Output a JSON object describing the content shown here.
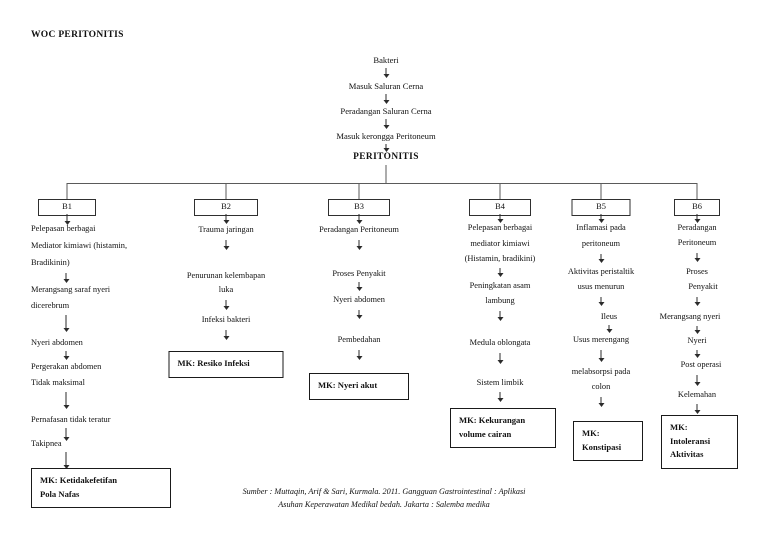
{
  "document": {
    "title": "WOC PERITONITIS"
  },
  "trunk": [
    {
      "label": "Bakteri",
      "bold": false
    },
    {
      "label": "Masuk Saluran Cerna",
      "bold": false
    },
    {
      "label": "Peradangan Saluran Cerna",
      "bold": false
    },
    {
      "label": "Masuk kerongga Peritoneum",
      "bold": false
    },
    {
      "label": "PERITONITIS",
      "bold": true
    }
  ],
  "branch_boxes": [
    {
      "label": "B1"
    },
    {
      "label": "B2"
    },
    {
      "label": "B3"
    },
    {
      "label": "B4"
    },
    {
      "label": "B5"
    },
    {
      "label": "B6"
    }
  ],
  "columns": {
    "b1": {
      "code": "B1",
      "steps": [
        "Pelepasan berbagai",
        "Mediator kimiawi (histamin,",
        "Bradikinin)",
        "Merangsang saraf nyeri",
        "dicerebrum",
        "Nyeri abdomen",
        "Pergerakan abdomen",
        "Tidak maksimal",
        "Pernafasan tidak teratur",
        "Takipnea"
      ],
      "outcome": [
        "MK: Ketidakefetifan",
        "Pola Nafas"
      ]
    },
    "b2": {
      "code": "B2",
      "steps": [
        "Trauma jaringan",
        "Penurunan  kelembapan",
        "luka",
        "Infeksi bakteri"
      ],
      "outcome": [
        "MK: Resiko Infeksi"
      ]
    },
    "b3": {
      "code": "B3",
      "steps": [
        "Peradangan Peritoneum",
        "Proses Penyakit",
        "Nyeri abdomen",
        "Pembedahan"
      ],
      "outcome": [
        "MK: Nyeri akut"
      ]
    },
    "b4": {
      "code": "B4",
      "steps": [
        "Pelepasan berbagai",
        "mediator kimiawi",
        "(Histamin, bradikini)",
        "Peningkatan asam",
        "lambung",
        "Medula oblongata",
        "Sistem limbik"
      ],
      "outcome": [
        "MK: Kekurangan",
        "volume cairan"
      ]
    },
    "b5": {
      "code": "B5",
      "steps": [
        "Inflamasi pada",
        "peritoneum",
        "Aktivitas peristaltik",
        "usus menurun",
        "Ileus",
        "Usus merengang",
        "melabsorpsi pada",
        "colon"
      ],
      "outcome": [
        "MK:",
        "Konstipasi"
      ]
    },
    "b6": {
      "code": "B6",
      "steps": [
        "Peradangan",
        "Peritoneum",
        "Proses",
        "Penyakit",
        "Merangsang nyeri",
        "Nyeri",
        "Post operasi",
        "Kelemahan"
      ],
      "outcome": [
        "MK:",
        "Intoleransi",
        "Aktivitas"
      ]
    }
  },
  "source": {
    "line1": "Sumber : Muttaqin, Arif & Sari, Kurmala. 2011. Gangguan Gastrointestinal : Aplikasi",
    "line2": "Asuhan Keperawatan Medikal bedah. Jakarta : Salemba medika"
  },
  "colors": {
    "background": "#ffffff",
    "text": "#111111",
    "line": "#5a5a5a",
    "box_border": "#2f2f2f"
  }
}
